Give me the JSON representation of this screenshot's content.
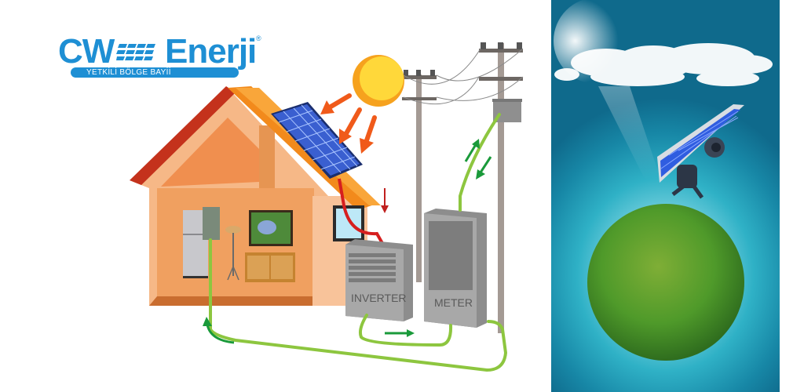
{
  "logo": {
    "brand_left": "CW",
    "brand_right": "Enerji",
    "registered_mark": "®",
    "tagline": "YETKİLİ BÖLGE BAYİİ",
    "brand_color": "#1e8fd4"
  },
  "diagram": {
    "title": "Solar home energy system",
    "labels": {
      "inverter": "INVERTER",
      "meter": "METER"
    },
    "colors": {
      "roof": "#f08a1c",
      "wall": "#f3a56b",
      "panel": "#3a5fd0",
      "sun": "#ffcc2a",
      "dc_cable": "#d61f1f",
      "ac_cable": "#8dc63f",
      "flow_arrow": "#1a9a3a",
      "device": "#9c9c9c"
    },
    "elements": [
      "sun",
      "solar-panel",
      "house",
      "refrigerator",
      "breaker-box",
      "floor-lamp",
      "tv",
      "cabinet",
      "inverter",
      "meter",
      "utility-pole-left",
      "utility-pole-right",
      "transformer"
    ]
  },
  "photo": {
    "description": "Robot carrying a solar panel on a grassy globe under a cloud",
    "sky_color": "#1787a6",
    "grass_color": "#4f9a2a"
  }
}
